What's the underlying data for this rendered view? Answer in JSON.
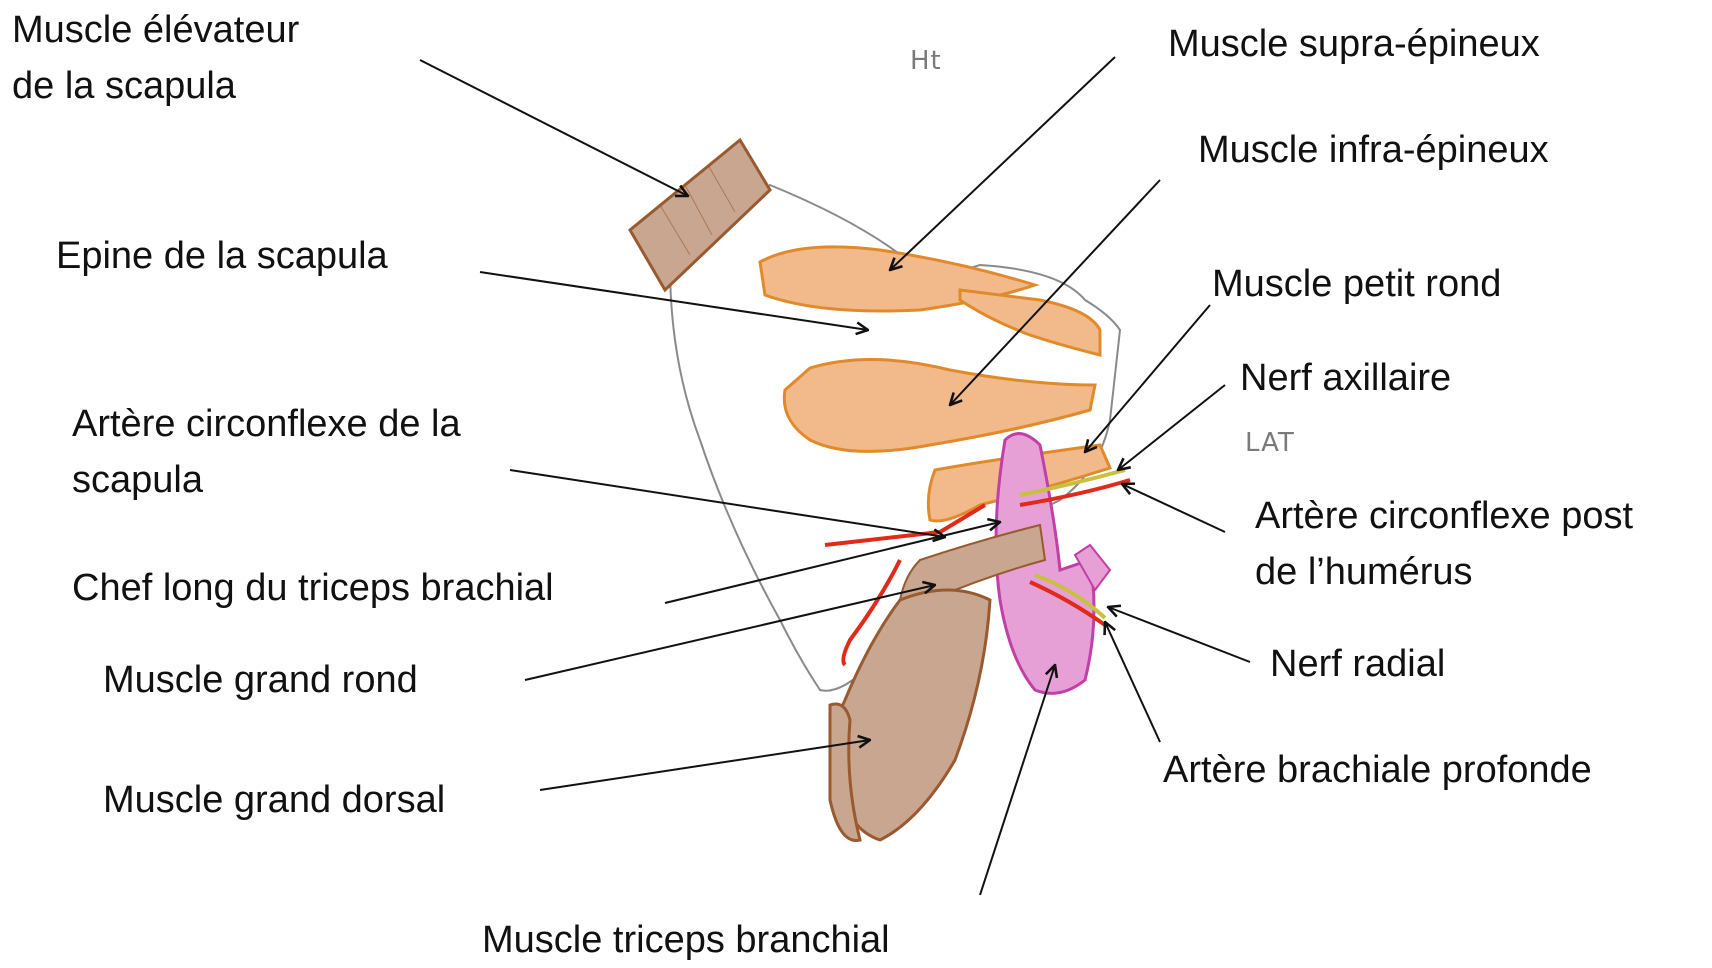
{
  "labels": {
    "elevateur": [
      "Muscle élévateur",
      "de la scapula"
    ],
    "supra": "Muscle supra-épineux",
    "infra": "Muscle infra-épineux",
    "epine": "Epine de la scapula",
    "petit_rond": "Muscle petit rond",
    "nerf_axillaire": "Nerf axillaire",
    "art_circ_scapula": [
      "Artère circonflexe de la",
      "scapula"
    ],
    "art_circ_post": [
      "Artère circonflexe post",
      "de l’humérus"
    ],
    "chef_long": "Chef long du triceps brachial",
    "grand_rond": "Muscle grand rond",
    "nerf_radial": "Nerf radial",
    "art_brachiale": "Artère  brachiale profonde",
    "grand_dorsal": "Muscle grand dorsal",
    "triceps": "Muscle triceps branchial"
  },
  "annotations": {
    "top": "Ht",
    "lateral": "LAT"
  },
  "colors": {
    "muscle_orange": "#f2b98a",
    "muscle_orange_edge": "#e08a2c",
    "muscle_brown": "#c8a690",
    "muscle_brown_edge": "#9a5a30",
    "triceps_pink": "#e7a0d6",
    "triceps_edge": "#c040a8",
    "artery_red": "#e02a1a",
    "nerve_yellow": "#c8c040",
    "bone_outline": "#8a8a8a",
    "arrow": "#111111"
  }
}
